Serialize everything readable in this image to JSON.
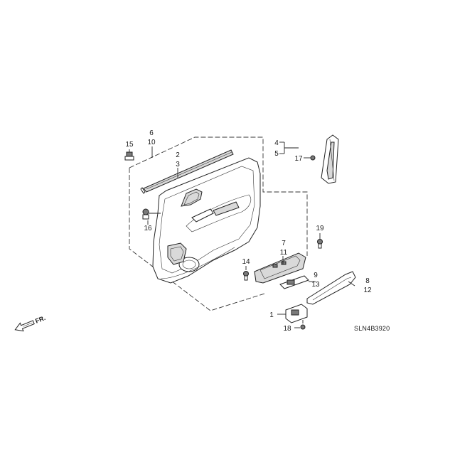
{
  "diagram": {
    "code": "SLN4B3920",
    "direction_label": "FR.",
    "callouts": {
      "c1": "1",
      "c2": "2",
      "c3": "3",
      "c4": "4",
      "c5": "5",
      "c6": "6",
      "c7": "7",
      "c8": "8",
      "c9": "9",
      "c10": "10",
      "c11": "11",
      "c12": "12",
      "c13": "13",
      "c14": "14",
      "c15": "15",
      "c16": "16",
      "c17": "17",
      "c18": "18",
      "c19": "19"
    }
  },
  "colors": {
    "line": "#222222",
    "panel_fill": "#ffffff",
    "gray_fill": "#d9d9d9",
    "dark_fill": "#7a7a7a"
  }
}
